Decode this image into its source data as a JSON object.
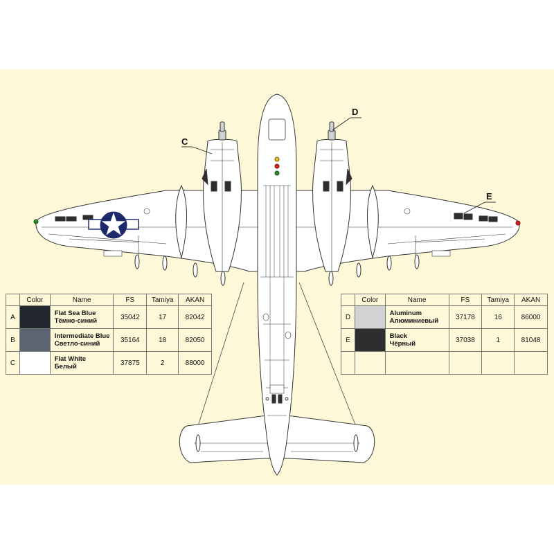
{
  "callouts": {
    "c": "C",
    "d": "D",
    "e": "E"
  },
  "colors": {
    "background": "#fdf8d8",
    "flat_sea_blue": "#23272e",
    "intermediate_blue": "#5b6470",
    "flat_white": "#ffffff",
    "aluminum": "#d2d2d2",
    "black": "#2e2e2e",
    "insignia_blue": "#1d2a6b",
    "nav_red": "#d02020",
    "nav_green": "#2a8a2a",
    "lamp_yellow": "#e8c020"
  },
  "insignia": "star-and-bar-roundel-icon",
  "tables": {
    "left": {
      "headers": [
        "",
        "Color",
        "Name",
        "FS",
        "Tamiya",
        "AKAN"
      ],
      "rows": [
        {
          "code": "A",
          "swatch": "#23272e",
          "name_en": "Flat Sea Blue",
          "name_ru": "Тёмно-синий",
          "fs": "35042",
          "tamiya": "17",
          "akan": "82042"
        },
        {
          "code": "B",
          "swatch": "#5b6470",
          "name_en": "Intermediate Blue",
          "name_ru": "Светло-синий",
          "fs": "35164",
          "tamiya": "18",
          "akan": "82050"
        },
        {
          "code": "C",
          "swatch": "#ffffff",
          "name_en": "Flat White",
          "name_ru": "Белый",
          "fs": "37875",
          "tamiya": "2",
          "akan": "88000"
        }
      ]
    },
    "right": {
      "headers": [
        "",
        "Color",
        "Name",
        "FS",
        "Tamiya",
        "AKAN"
      ],
      "rows": [
        {
          "code": "D",
          "swatch": "#d2d2d2",
          "name_en": "Aluminum",
          "name_ru": "Алюминиевый",
          "fs": "37178",
          "tamiya": "16",
          "akan": "86000"
        },
        {
          "code": "E",
          "swatch": "#2e2e2e",
          "name_en": "Black",
          "name_ru": "Чёрный",
          "fs": "37038",
          "tamiya": "1",
          "akan": "81048"
        },
        {
          "code": "",
          "swatch": "",
          "name_en": "",
          "name_ru": "",
          "fs": "",
          "tamiya": "",
          "akan": ""
        }
      ]
    }
  }
}
